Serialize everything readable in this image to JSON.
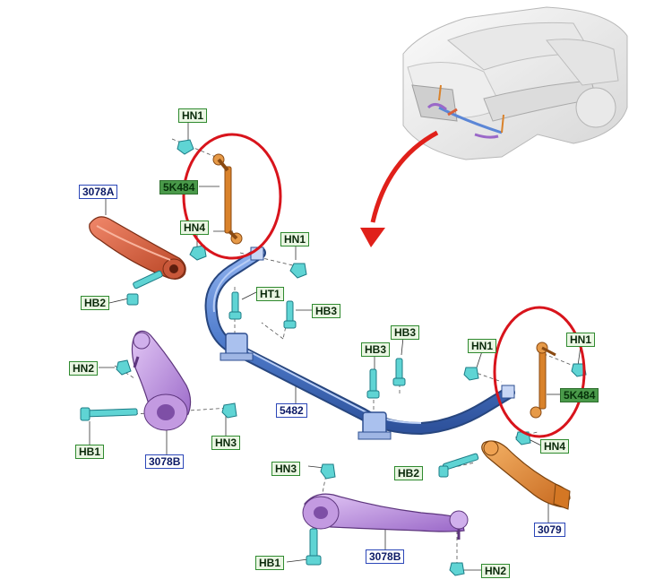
{
  "labels": {
    "hn1_top": "HN1",
    "sk484_left": "5K484",
    "l3078a": "3078A",
    "hn4_left": "HN4",
    "hn1_mid": "HN1",
    "ht1": "HT1",
    "hb3_mid": "HB3",
    "hb2_left": "HB2",
    "hn2_left": "HN2",
    "hb1_left": "HB1",
    "l3078b_left": "3078B",
    "hn3_left": "HN3",
    "l5482": "5482",
    "hb3_a": "HB3",
    "hb3_b": "HB3",
    "hn1_right_a": "HN1",
    "hn1_right_b": "HN1",
    "sk484_right": "5K484",
    "hn4_right": "HN4",
    "hb2_right": "HB2",
    "l3079": "3079",
    "hn3_bottom": "HN3",
    "hb1_bottom": "HB1",
    "l3078b_bottom": "3078B",
    "hn2_bottom": "HN2"
  },
  "colors": {
    "stabilizer_bar": "#5b86d6",
    "stabilizer_link": "#d9822b",
    "control_arm_upper_left": "#d9603a",
    "control_arm_purple": "#b98ad9",
    "control_arm_orange_right": "#e2892e",
    "fastener": "#5fd4d4",
    "highlight_circle": "#d8141c",
    "arrow": "#e0201a",
    "label_border_green": "#2f8a2f",
    "label_border_blue": "#2b46b8"
  },
  "icons": {
    "vehicle": "vehicle-front-icon",
    "arrow": "curved-arrow-icon"
  }
}
